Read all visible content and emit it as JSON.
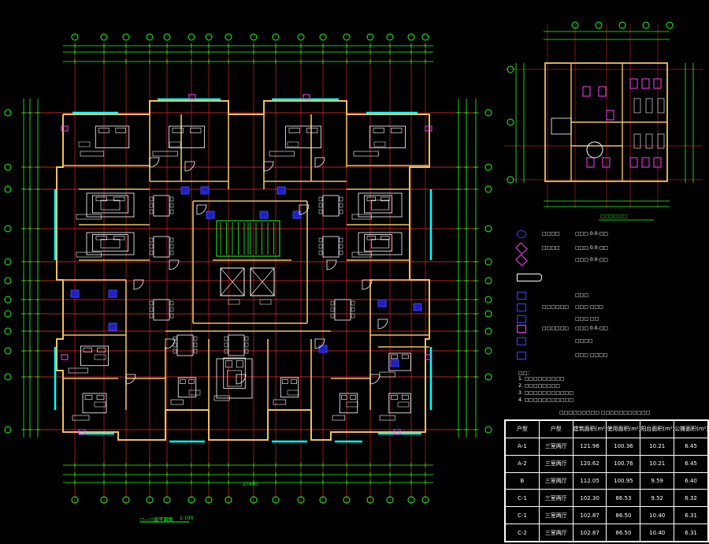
{
  "colors": {
    "background": "#000000",
    "wall": "#f0c060",
    "axis": "#ff2a2a",
    "dimension": "#22ff22",
    "window": "#00ffff",
    "furniture": "#ffffff",
    "door": "#ffffff",
    "fixture": "#4040ff",
    "accent": "#ff40ff"
  },
  "drawing": {
    "main_plan_caption": "□—□层平面图",
    "detail_caption": "□□□□□□",
    "scale_note": "1:100",
    "total_dimension": "27400"
  },
  "legend_items": [
    {
      "icon": "circle-icon",
      "text": "□□□□",
      "note": "□□□ 0.0-□□"
    },
    {
      "icon": "heart-icon",
      "text": "□□□□",
      "note": "□□□ 0.0-□□"
    },
    {
      "icon": "heart-icon",
      "text": "",
      "note": "□□□ 0.0-□□"
    },
    {
      "icon": "bathtub-icon",
      "text": "",
      "note": ""
    },
    {
      "icon": "square-icon",
      "text": "",
      "note": "□□□"
    },
    {
      "icon": "square-icon",
      "text": "□□□□□□",
      "note": "□□□ □□□"
    },
    {
      "icon": "square-icon",
      "text": "",
      "note": "□□□ □□"
    },
    {
      "icon": "dot-icon",
      "text": "□□□□□□",
      "note": "□□□ 0.0-□□"
    },
    {
      "icon": "square-icon",
      "text": "",
      "note": "□□□□"
    },
    {
      "icon": "square-icon",
      "text": "",
      "note": "□□□ □□□□"
    }
  ],
  "notes": [
    "□□：",
    "1. □□□□□□□□□",
    "2. □□□□□□□□",
    "3. □□□□□□□□□□□",
    "4. □□□□□□□□□□□"
  ],
  "table": {
    "title": "□□□□□□□□□ □□□□□□□□□□□",
    "headers": [
      "户型",
      "户型",
      "建筑面积(m²)",
      "使用面积(m²)",
      "阳台面积(m²)",
      "公摊面积(m²)"
    ],
    "rows": [
      [
        "A-1",
        "三室两厅",
        "121.96",
        "100.36",
        "10.21",
        "6.45"
      ],
      [
        "A-2",
        "三室两厅",
        "120.62",
        "100.76",
        "10.21",
        "6.45"
      ],
      [
        "B",
        "三室两厅",
        "112.05",
        "100.95",
        "9.59",
        "6.40"
      ],
      [
        "C-1",
        "三室两厅",
        "102.30",
        "86.53",
        "9.52",
        "6.32"
      ],
      [
        "C-1",
        "三室两厅",
        "102.87",
        "86.50",
        "10.40",
        "6.31"
      ],
      [
        "C-2",
        "三室两厅",
        "102.87",
        "86.50",
        "10.40",
        "6.31"
      ]
    ]
  }
}
